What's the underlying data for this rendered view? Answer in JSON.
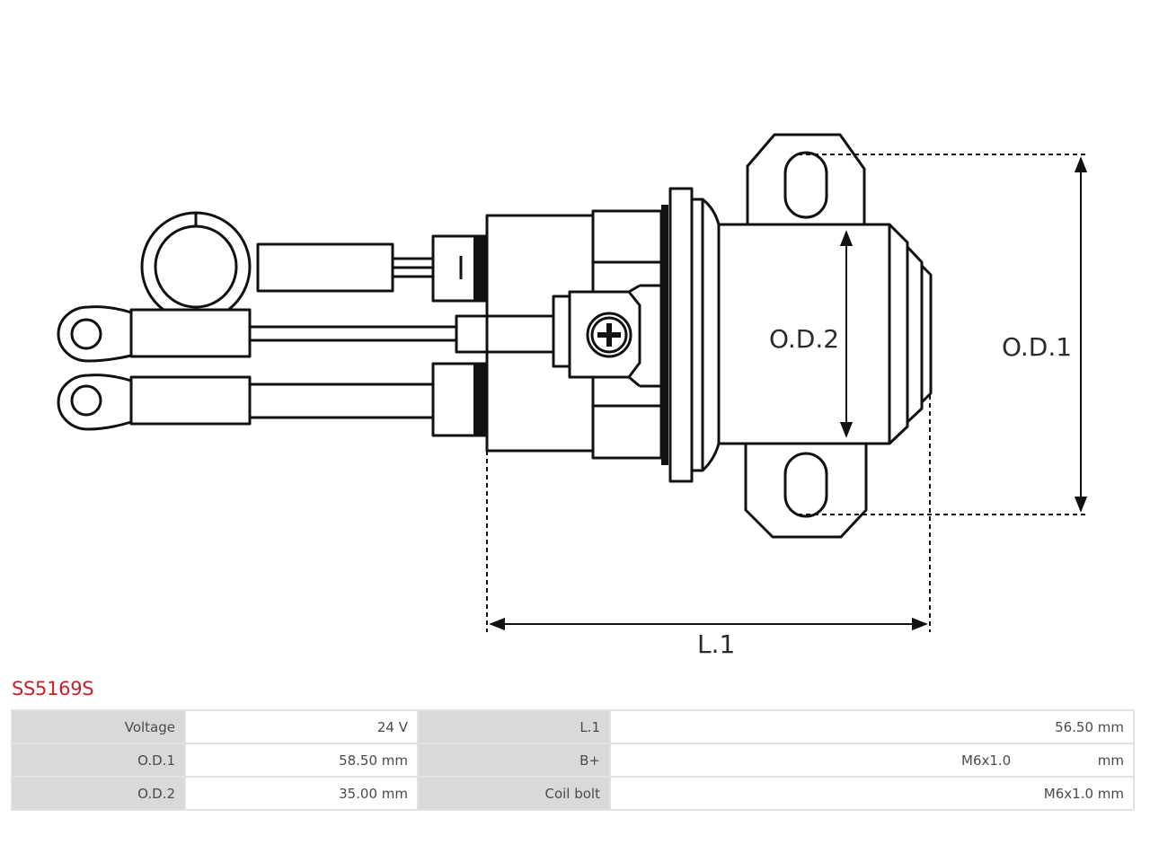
{
  "diagram": {
    "labels": {
      "od2": "O.D.2",
      "od1": "O.D.1",
      "l1": "L.1"
    },
    "terminal_mark": "I",
    "colors": {
      "stroke": "#111111",
      "accent": "#c8202a"
    }
  },
  "part_number": "SS5169S",
  "specs": {
    "rows": [
      {
        "left_label": "Voltage",
        "left_value": "24 V",
        "right_label": "L.1",
        "right_value": "56.50 mm"
      },
      {
        "left_label": "O.D.1",
        "left_value": "58.50 mm",
        "right_label": "B+",
        "right_value": "M6x1.0",
        "right_unit": "mm"
      },
      {
        "left_label": "O.D.2",
        "left_value": "35.00 mm",
        "right_label": "Coil bolt",
        "right_value": "M6x1.0 mm"
      }
    ]
  }
}
